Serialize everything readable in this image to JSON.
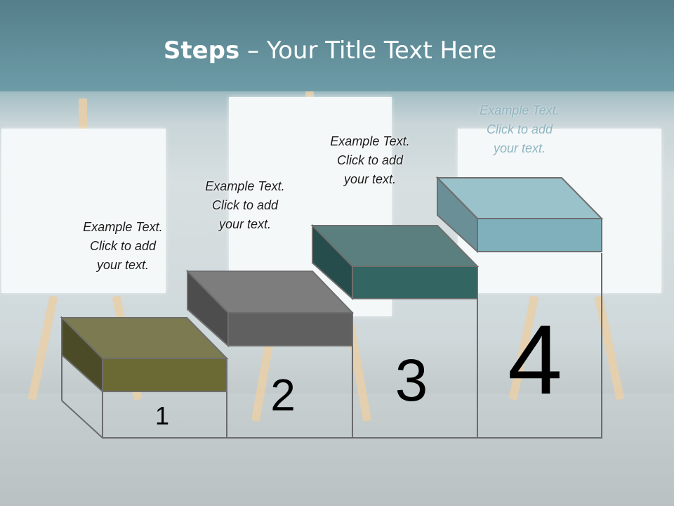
{
  "slide": {
    "title_bold": "Steps",
    "title_rest": " – Your Title Text Here"
  },
  "steps": [
    {
      "number": "1",
      "text": [
        "Example Text.",
        "Click  to add",
        "your text."
      ],
      "color": "#6b6a35"
    },
    {
      "number": "2",
      "text": [
        "Example Text.",
        "Click  to add",
        "your text."
      ],
      "color": "#606060"
    },
    {
      "number": "3",
      "text": [
        "Example Text.",
        "Click  to add",
        "your text."
      ],
      "color": "#336563"
    },
    {
      "number": "4",
      "text": [
        "Example Text.",
        "Click  to add",
        "your text."
      ],
      "color": "#93bcc7"
    }
  ]
}
